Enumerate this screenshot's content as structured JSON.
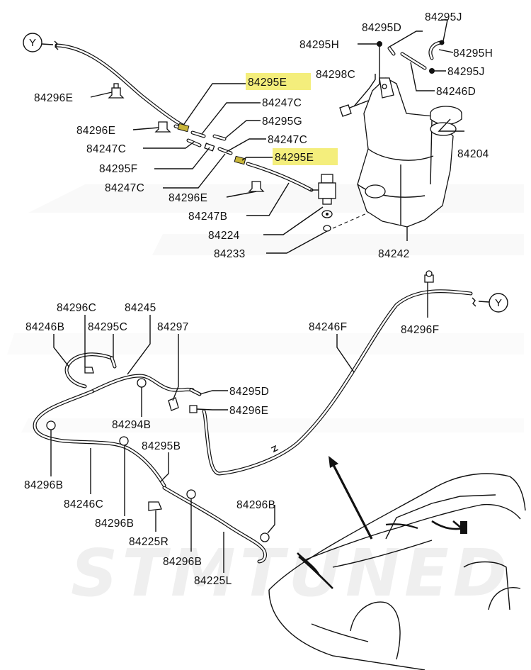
{
  "connector_ref": "Y",
  "watermark": "STMTUNED",
  "highlight_color": "#f4ee7c",
  "labels": {
    "l_84295J": "84295J",
    "l_84295D_top": "84295D",
    "l_84295H_left": "84295H",
    "l_84295H_right": "84295H",
    "l_84295J_right": "84295J",
    "l_84298C": "84298C",
    "l_84246D": "84246D",
    "l_84295E_1": "84295E",
    "l_84296E_1": "84296E",
    "l_84247C_1": "84247C",
    "l_84296E_2": "84296E",
    "l_84295G": "84295G",
    "l_84247C_2": "84247C",
    "l_84247C_3": "84247C",
    "l_84295F": "84295F",
    "l_84295E_2": "84295E",
    "l_84204": "84204",
    "l_84247C_4": "84247C",
    "l_84296E_3": "84296E",
    "l_84247B": "84247B",
    "l_84224": "84224",
    "l_84233": "84233",
    "l_84242": "84242",
    "l_84296C": "84296C",
    "l_84245": "84245",
    "l_84246B": "84246B",
    "l_84295C": "84295C",
    "l_84297": "84297",
    "l_84246F": "84246F",
    "l_84296F": "84296F",
    "l_84295D_mid": "84295D",
    "l_84296E_4": "84296E",
    "l_84294B": "84294B",
    "l_84295B": "84295B",
    "l_84296B_1": "84296B",
    "l_84246C": "84246C",
    "l_84296B_2": "84296B",
    "l_84296B_3": "84296B",
    "l_84225R": "84225R",
    "l_84296B_4": "84296B",
    "l_84225L": "84225L"
  }
}
